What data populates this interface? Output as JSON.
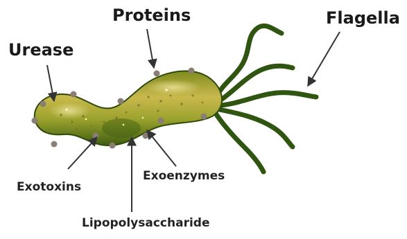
{
  "labels": {
    "urease": "Urease",
    "proteins": "Proteins",
    "flagella": "Flagella",
    "exotoxins": "Exotoxins",
    "exoenzymes": "Exoenzymes",
    "lipopolysaccharide": "Lipopolysaccharide"
  },
  "colors": {
    "body_light": "#c8b84a",
    "body_mid": "#8f9a26",
    "body_dark": "#3f5d12",
    "outline": "#2e4a0b",
    "flagella": "#2f5510",
    "protein_dots": "#8a7e74",
    "arrows": "#333333"
  }
}
